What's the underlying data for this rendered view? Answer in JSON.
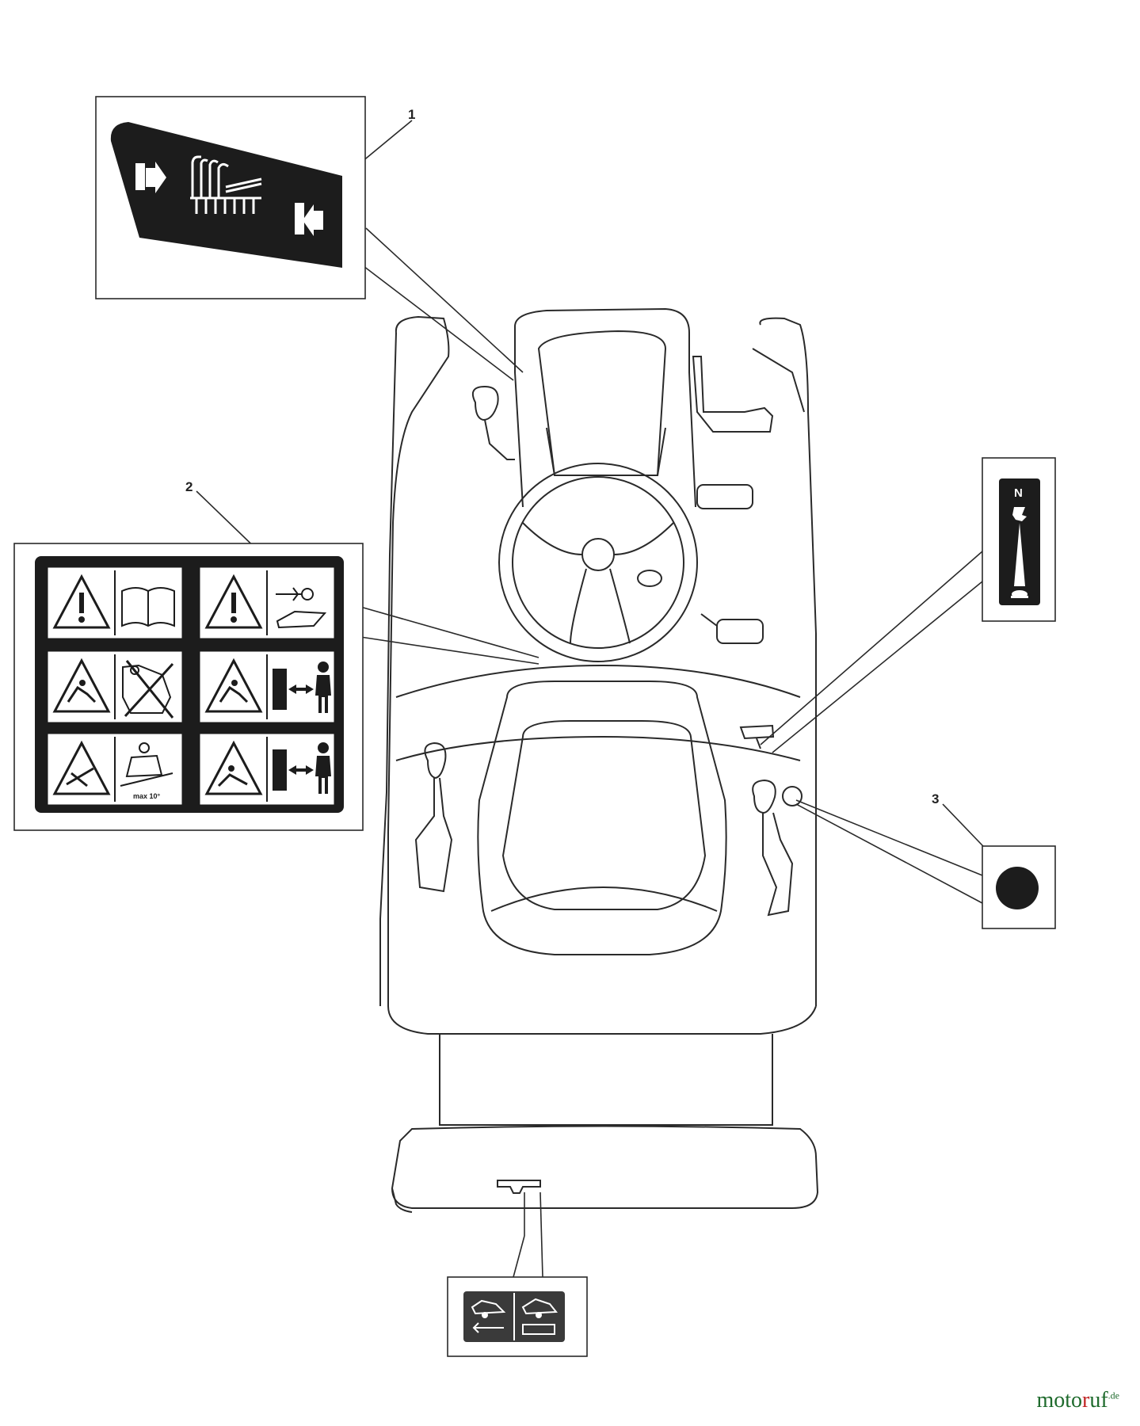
{
  "callouts": {
    "c1": "1",
    "c2": "2",
    "c3": "3"
  },
  "decals": {
    "gear_label": {
      "top": "N"
    },
    "warning_slope": {
      "text": "max 10°"
    }
  },
  "watermark": {
    "main": "moto",
    "accent": "r",
    "rest": "uf",
    "tld": ".de"
  },
  "colors": {
    "decal_dark": "#1c1c1c",
    "line": "#2a2a2a",
    "watermark_green": "#1e6a2c",
    "watermark_red": "#c02424"
  }
}
